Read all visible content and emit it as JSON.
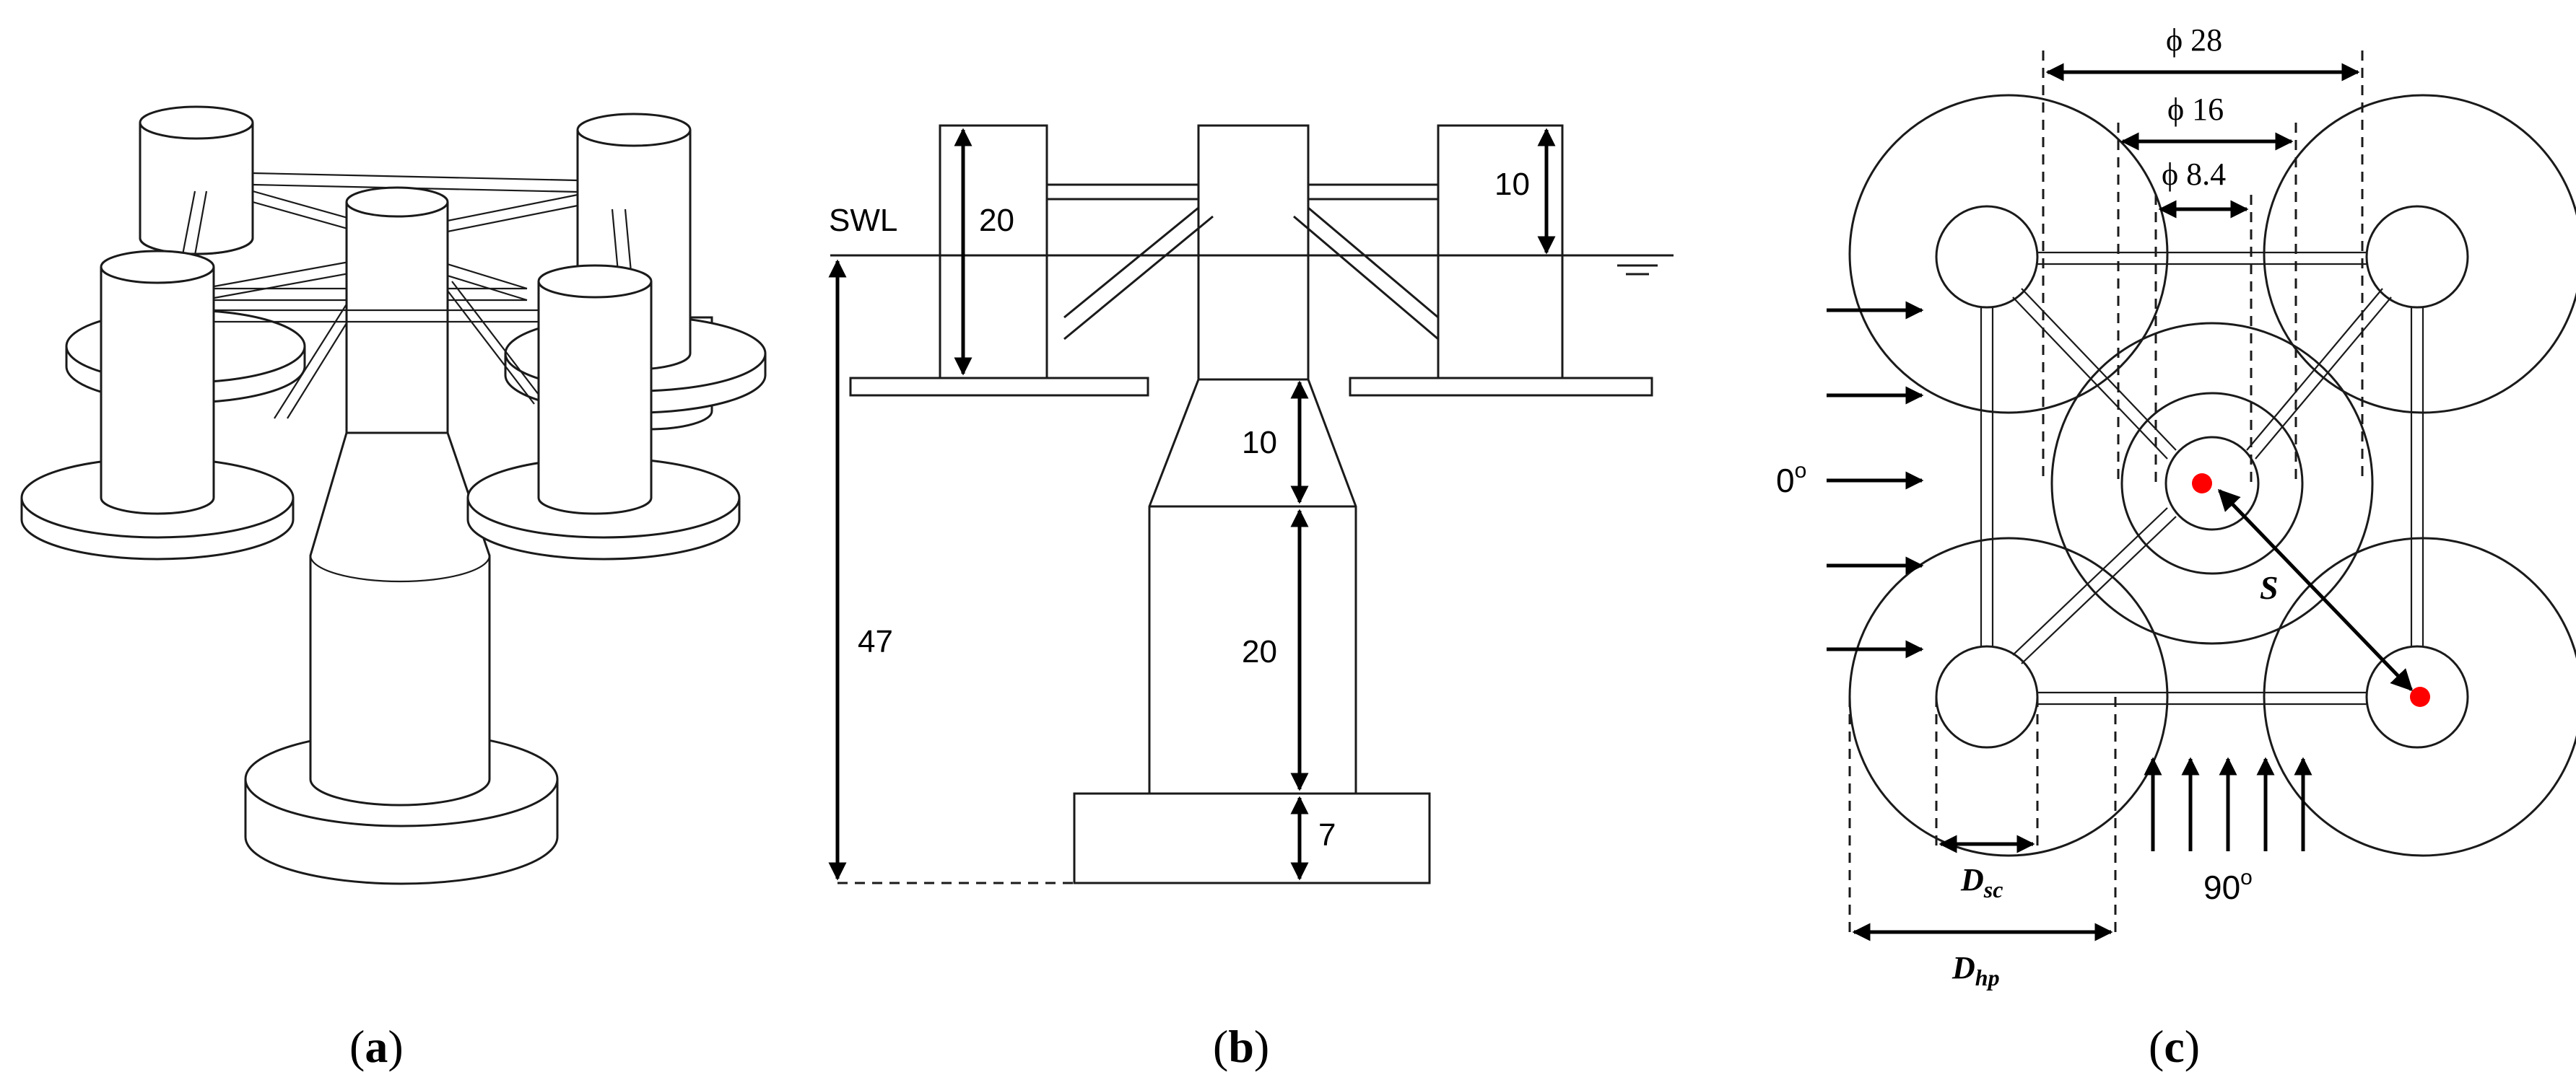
{
  "captions": {
    "a": "a",
    "b": "b",
    "c": "c"
  },
  "panel_b": {
    "swl": "SWL",
    "dim_column_height": "20",
    "dim_freeboard": "10",
    "dim_taper": "10",
    "dim_lower_column": "20",
    "dim_pontoon": "7",
    "dim_draft": "47"
  },
  "panel_c": {
    "phi_outer": "ϕ 28",
    "phi_mid": "ϕ 16",
    "phi_inner": "ϕ 8.4",
    "angle_0": "0",
    "angle_0_sup": "o",
    "angle_90": "90",
    "angle_90_sup": "o",
    "s_label": "S",
    "dsc_main": "D",
    "dsc_sub": "sc",
    "dhp_main": "D",
    "dhp_sub": "hp",
    "marker_color": "#ff0000"
  }
}
